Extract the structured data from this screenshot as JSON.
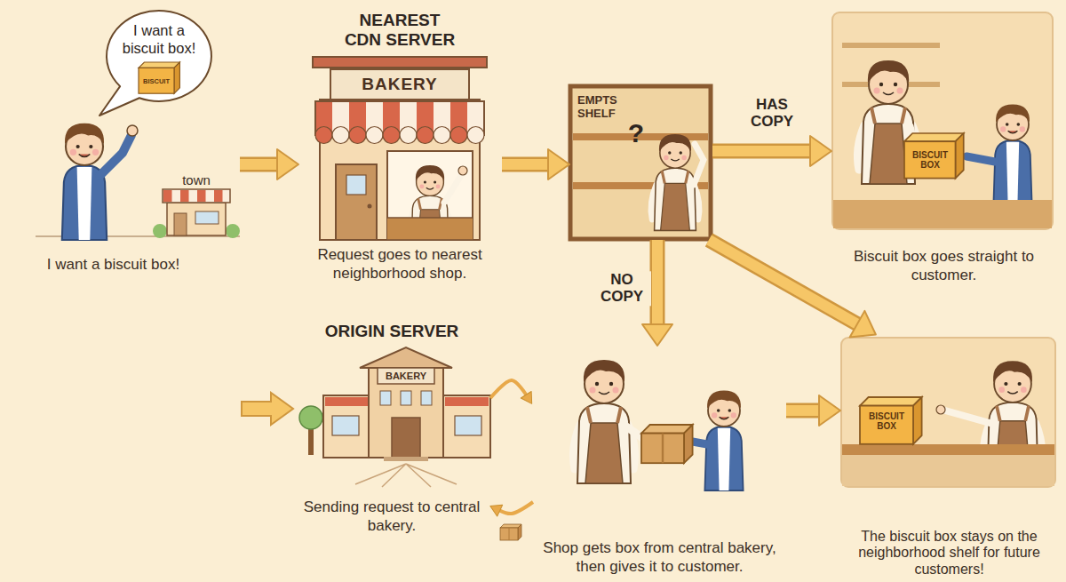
{
  "diagram": {
    "nodes": [
      {
        "text": [
          "I want a biscuit box!"
        ]
      },
      {
        "text": [
          "I want a biscuit box!"
        ]
      },
      {
        "text": [
          "NEAREST CDN SERVER",
          "Request goes to nearest neighborhood shop."
        ]
      },
      {
        "text": [
          "EMPTS SHELF"
        ]
      },
      {
        "text": [
          "Biscuit box goes straight to customer."
        ]
      },
      {
        "text": [
          "ORIGIN SERVER",
          "Sending request to central bakery."
        ]
      },
      {
        "text": [
          "Shop gets box from central bakery, then gives it to customer."
        ]
      },
      {
        "text": [
          "The biscuit box stays on the neighborhood shelf for future customers!"
        ]
      }
    ],
    "edges": [
      {
        "from": 1,
        "to": 2,
        "arrow": "to"
      },
      {
        "from": 2,
        "to": 3,
        "arrow": "to"
      },
      {
        "from": 3,
        "to": 4,
        "label": "HAS COPY",
        "arrow": "to"
      },
      {
        "from": 3,
        "to": 6,
        "label": "NO COPY",
        "arrow": "to"
      },
      {
        "from": 3,
        "to": 7,
        "arrow": "to"
      },
      {
        "from": 5,
        "to": 6,
        "arrow": "to"
      },
      {
        "from": 6,
        "to": 5,
        "arrow": "to"
      },
      {
        "from": 6,
        "to": 7,
        "arrow": "to"
      }
    ],
    "labels": [
      "BISCUIT",
      "town",
      "BAKERY",
      "?",
      "BISCUIT BOX",
      "BAKERY",
      "BISCUIT BOX"
    ]
  }
}
